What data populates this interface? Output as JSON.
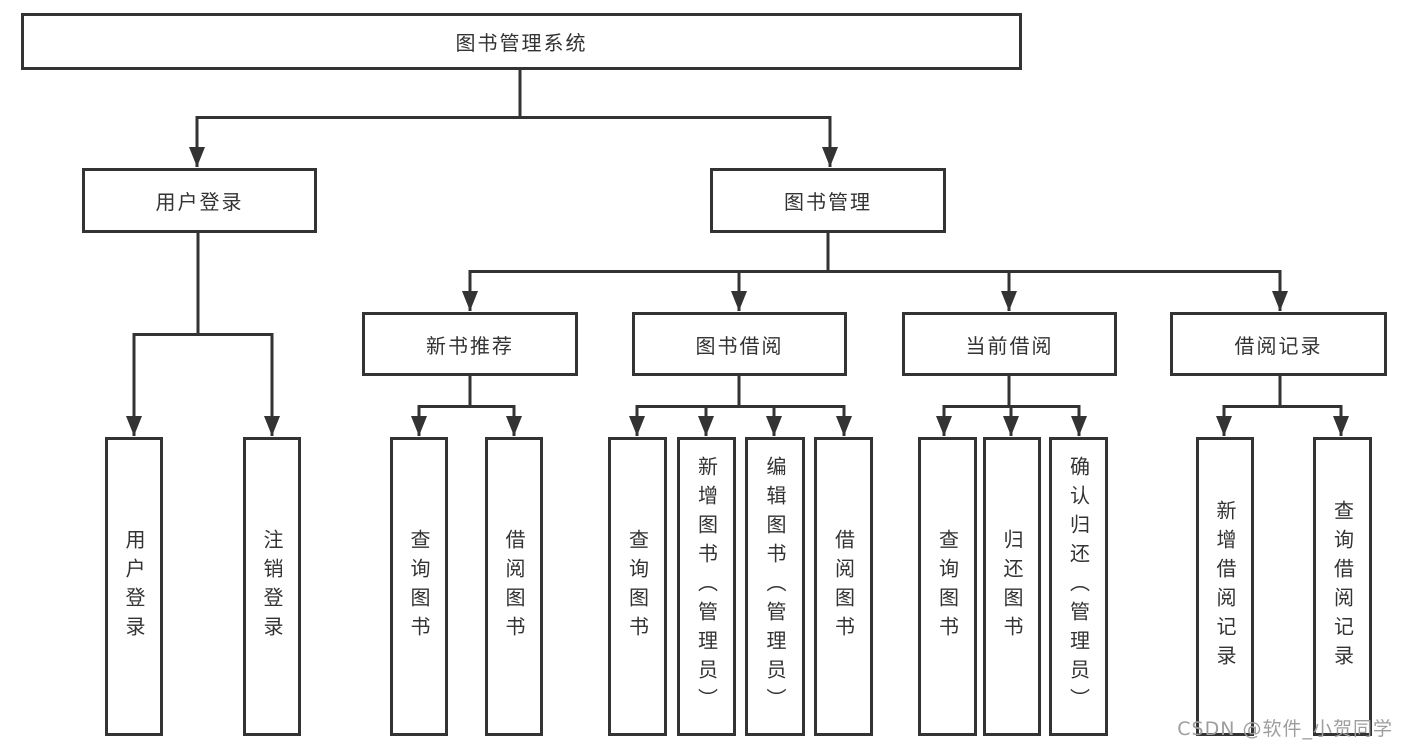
{
  "diagram": {
    "root": {
      "label": "图书管理系统"
    },
    "branches": {
      "user_login": {
        "label": "用户登录"
      },
      "book_management": {
        "label": "图书管理"
      }
    },
    "modules": [
      {
        "label": "新书推荐"
      },
      {
        "label": "图书借阅"
      },
      {
        "label": "当前借阅"
      },
      {
        "label": "借阅记录"
      }
    ],
    "leaves": [
      {
        "label": "用户登录"
      },
      {
        "label": "注销登录"
      },
      {
        "label": "查询图书"
      },
      {
        "label": "借阅图书"
      },
      {
        "label": "查询图书"
      },
      {
        "label": "新增图书（管理员）"
      },
      {
        "label": "编辑图书（管理员）"
      },
      {
        "label": "借阅图书"
      },
      {
        "label": "查询图书"
      },
      {
        "label": "归还图书"
      },
      {
        "label": "确认归还（管理员）"
      },
      {
        "label": "新增借阅记录"
      },
      {
        "label": "查询借阅记录"
      }
    ]
  },
  "watermark": {
    "text": "CSDN @软件_小贺同学"
  },
  "colors": {
    "line": "#333333",
    "box_border": "#333333",
    "text": "#333333",
    "background": "#ffffff",
    "watermark": "#9e9e9e"
  }
}
